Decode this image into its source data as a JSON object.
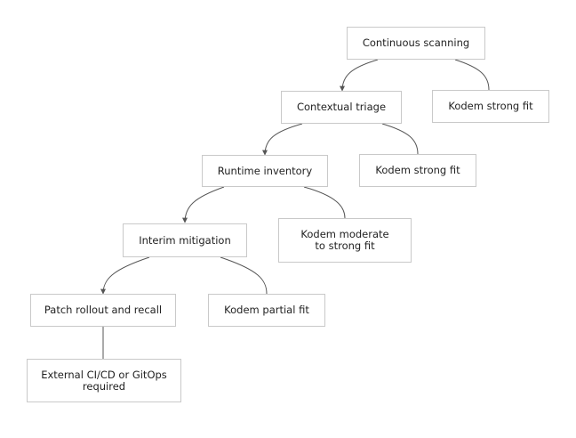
{
  "nodes": {
    "continuous_scanning": "Continuous scanning",
    "kodem_fit_1": "Kodem strong fit",
    "contextual_triage": "Contextual triage",
    "kodem_fit_2": "Kodem strong fit",
    "runtime_inventory": "Runtime inventory",
    "kodem_fit_3": "Kodem moderate to strong fit",
    "interim_mitigation": "Interim mitigation",
    "kodem_fit_4": "Kodem partial fit",
    "patch_rollout": "Patch rollout and recall",
    "external_cicd": "External CI/CD or GitOps required"
  }
}
